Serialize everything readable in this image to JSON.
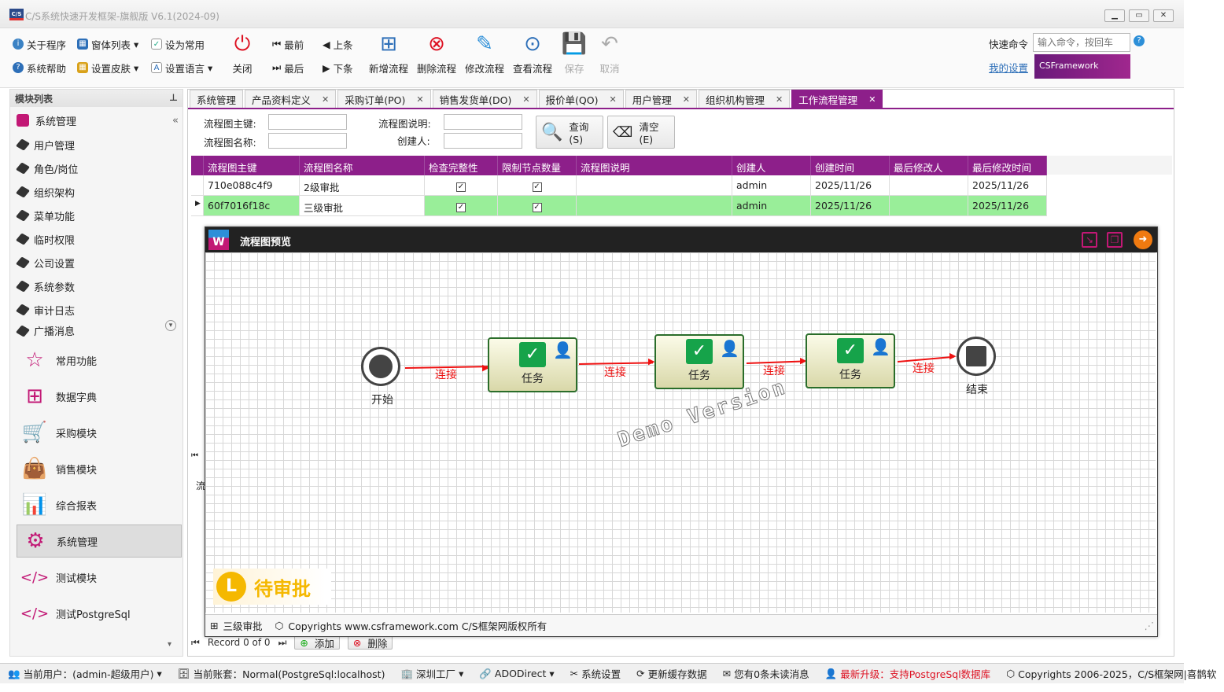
{
  "window": {
    "title": "C/S系统快速开发框架-旗舰版 V6.1(2024-09)",
    "logo": "C/S",
    "controls": [
      "minimize",
      "restore",
      "close"
    ]
  },
  "toolbar": {
    "small": [
      {
        "label": "关于程序",
        "icon": "info-icon"
      },
      {
        "label": "窗体列表",
        "icon": "window-icon"
      },
      {
        "label": "设为常用",
        "icon": "pin-icon"
      },
      {
        "label": "系统帮助",
        "icon": "help-icon"
      },
      {
        "label": "设置皮肤",
        "icon": "skin-icon"
      },
      {
        "label": "设置语言",
        "icon": "language-icon"
      }
    ],
    "close": "关闭",
    "nav": {
      "first": "最前",
      "prev": "上条",
      "last": "最后",
      "next": "下条"
    },
    "actions": [
      {
        "label": "新增流程",
        "icon": "add-flow-icon"
      },
      {
        "label": "删除流程",
        "icon": "delete-flow-icon"
      },
      {
        "label": "修改流程",
        "icon": "edit-flow-icon"
      },
      {
        "label": "查看流程",
        "icon": "view-flow-icon"
      },
      {
        "label": "保存",
        "icon": "save-icon"
      },
      {
        "label": "取消",
        "icon": "undo-icon"
      }
    ],
    "quick_cmd_label": "快速命令",
    "quick_cmd_placeholder": "输入命令，按回车",
    "my_settings": "我的设置",
    "brand": "CSFramework"
  },
  "sidebar": {
    "header": "模块列表",
    "group": "系统管理",
    "items": [
      "用户管理",
      "角色/岗位",
      "组织架构",
      "菜单功能",
      "临时权限",
      "公司设置",
      "系统参数",
      "审计日志",
      "广播消息"
    ],
    "modules": [
      "常用功能",
      "数据字典",
      "采购模块",
      "销售模块",
      "综合报表",
      "系统管理",
      "测试模块",
      "测试PostgreSql"
    ]
  },
  "tabs": [
    {
      "label": "系统管理",
      "closable": false
    },
    {
      "label": "产品资料定义"
    },
    {
      "label": "采购订单(PO)"
    },
    {
      "label": "销售发货单(DO)"
    },
    {
      "label": "报价单(QO)"
    },
    {
      "label": "用户管理"
    },
    {
      "label": "组织机构管理"
    },
    {
      "label": "工作流程管理",
      "active": true
    }
  ],
  "search": {
    "key_label": "流程图主键:",
    "name_label": "流程图名称:",
    "desc_label": "流程图说明:",
    "creator_label": "创建人:",
    "query_btn": "查询(S)",
    "clear_btn": "清空(E)"
  },
  "grid": {
    "columns": [
      "流程图主键",
      "流程图名称",
      "检查完整性",
      "限制节点数量",
      "流程图说明",
      "创建人",
      "创建时间",
      "最后修改人",
      "最后修改时间"
    ],
    "rows": [
      {
        "key": "710e088c4f9",
        "name": "2级审批",
        "complete": true,
        "limit": true,
        "desc": "",
        "creator": "admin",
        "created": "2025/11/26",
        "modifier": "",
        "modified": "2025/11/26"
      },
      {
        "key": "60f7016f18c",
        "name": "三级审批",
        "complete": true,
        "limit": true,
        "desc": "",
        "creator": "admin",
        "created": "2025/11/26",
        "modifier": "",
        "modified": "2025/11/26",
        "selected": true
      }
    ]
  },
  "bottom": {
    "record": "Record 0 of 0",
    "add": "添加",
    "delete": "删除",
    "partial_label": "流"
  },
  "dialog": {
    "title": "流程图预览",
    "app_letter": "W",
    "start": "开始",
    "end": "结束",
    "task": "任务",
    "link": "连接",
    "watermark": "Demo Version",
    "pending": "待审批",
    "footer_flow": "三级审批",
    "footer_copyright": "Copyrights www.csframework.com C/S框架网版权所有"
  },
  "status": {
    "user": "当前用户：(admin-超级用户)",
    "account": "当前账套：Normal(PostgreSql:localhost)",
    "factory": "深圳工厂",
    "conn": "ADODirect",
    "settings": "系统设置",
    "refresh": "更新缓存数据",
    "messages": "您有0条未读消息",
    "upgrade": "最新升级：支持PostgreSql数据库",
    "copyright": "Copyrights 2006-2025，C/S框架网|喜鹊软"
  },
  "colors": {
    "accent": "#8d1f8a",
    "selected_row": "#99ee99",
    "link": "#e11111",
    "task_border": "#2a6d2a",
    "module_icon": "#c21875"
  }
}
